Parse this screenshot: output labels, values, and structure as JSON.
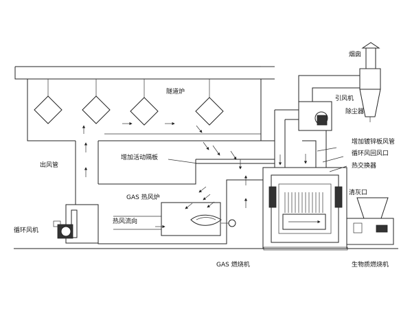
{
  "labels": {
    "chimney": "烟囱",
    "tunnel_furnace": "隧道炉",
    "induced_fan": "引风机",
    "dust_collector": "除尘器",
    "galvanized_duct": "增加镀锌板风管",
    "return_air_inlet": "循环风回风口",
    "heat_exchanger": "热交换器",
    "ash_outlet": "清灰口",
    "outlet_duct": "出风管",
    "movable_partition": "增加活动隔板",
    "gas_hot_air_furnace": "GAS 热风炉",
    "hot_air_direction": "热风流向",
    "circulation_fan": "循环风机",
    "gas_burner": "GAS 燃烧机",
    "biomass_burner": "生物质燃烧机"
  }
}
